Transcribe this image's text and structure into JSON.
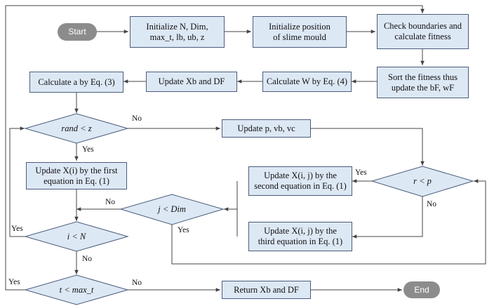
{
  "nodes": {
    "start": "Start",
    "initParams": "Initialize N, Dim,\nmax_t, lb, ub, z",
    "initPos": "Initialize position\nof  slime mould",
    "checkBounds": "Check boundaries and\ncalculate fitness",
    "sortFitness": "Sort the fitness thus\nupdate the bF, wF",
    "calcW": "Calculate W by Eq. (4)",
    "updateXb": "Update Xb and DF",
    "calcA": "Calculate a by Eq. (3)",
    "decRand": "rand < z",
    "updatePvb": "Update p, vb, vc",
    "updateFirst": "Update X(i) by the first\nequation in Eq. (1)",
    "decRp": "r < p",
    "updateSecond": "Update X(i, j) by the\nsecond equation in Eq. (1)",
    "decJ": "j < Dim",
    "updateThird": "Update X(i, j) by the\nthird equation in Eq. (1)",
    "decI": "i < N",
    "decT": "t < max_t",
    "returnXb": "Return Xb and DF",
    "end": "End"
  },
  "edge_labels": {
    "randNo": "No",
    "randYes": "Yes",
    "rpYes": "Yes",
    "rpNo": "No",
    "jNo": "No",
    "jYes": "Yes",
    "iYes": "Yes",
    "iNo": "No",
    "tYes": "Yes",
    "tNo": "No"
  },
  "colors": {
    "box_fill": "#dde8f5",
    "box_stroke": "#4a5d7a",
    "terminal_fill": "#8c8c8c",
    "line": "#444444"
  }
}
